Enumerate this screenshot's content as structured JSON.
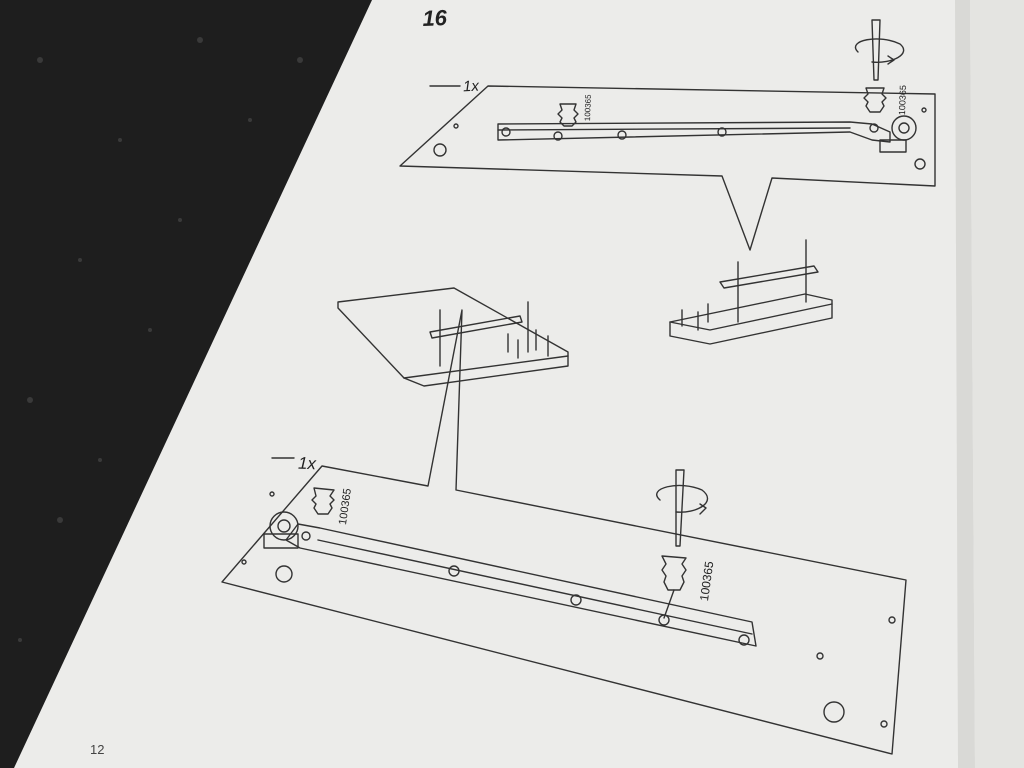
{
  "manual": {
    "step_number": "16",
    "top_panel": {
      "quantity": "1x",
      "part_number_left": "100365",
      "part_number_right": "100365"
    },
    "bottom_panel": {
      "quantity": "1x",
      "part_number_left": "100365",
      "part_number_right": "100365"
    },
    "page_number": "12"
  },
  "colors": {
    "background": "#1e1e1e",
    "paper": "#ececea",
    "line": "#333333"
  },
  "icons": [
    "screwdriver-icon",
    "rotate-arrow-icon",
    "screw-icon",
    "drawer-rail-icon"
  ]
}
